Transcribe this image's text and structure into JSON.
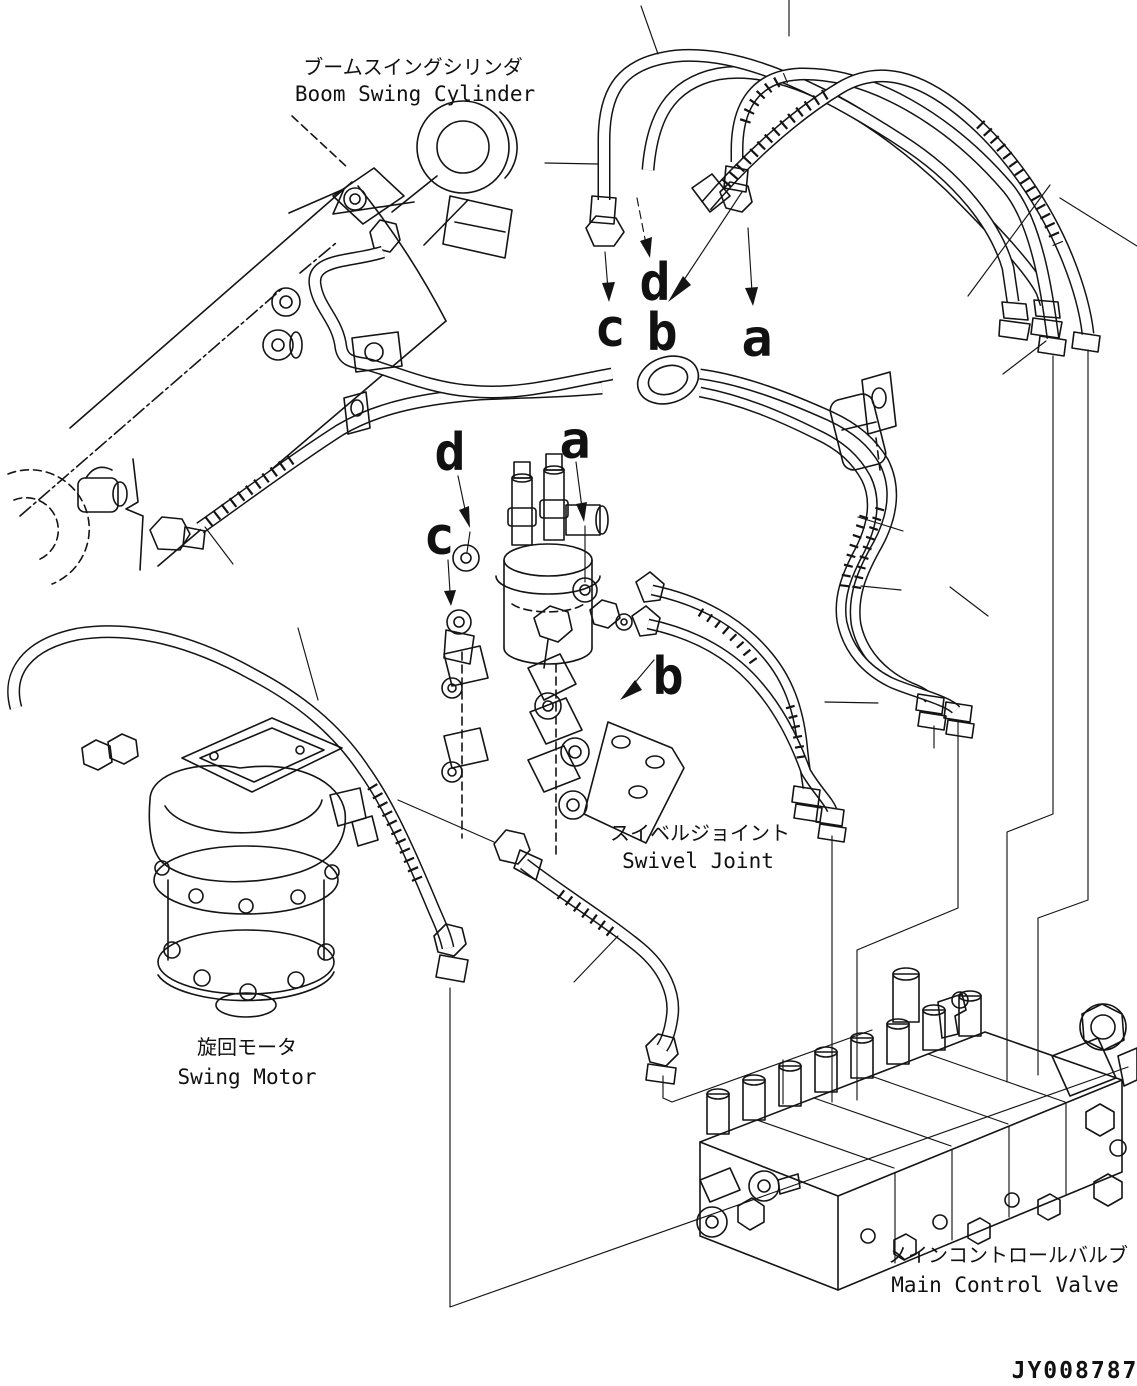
{
  "figure": {
    "drawing_number": "JY008787",
    "labels": {
      "boom_swing_cylinder": {
        "jp": "ブームスイングシリンダ",
        "en": "Boom Swing Cylinder"
      },
      "swivel_joint": {
        "jp": "スイベルジョイント",
        "en": "Swivel Joint"
      },
      "swing_motor": {
        "jp": "旋回モータ",
        "en": "Swing Motor"
      },
      "main_control_valve": {
        "jp": "メインコントロールバルブ",
        "en": "Main Control Valve"
      }
    },
    "callouts": {
      "a": "a",
      "b": "b",
      "c": "c",
      "d": "d"
    },
    "colors": {
      "line": "#141414",
      "background": "#ffffff"
    }
  }
}
